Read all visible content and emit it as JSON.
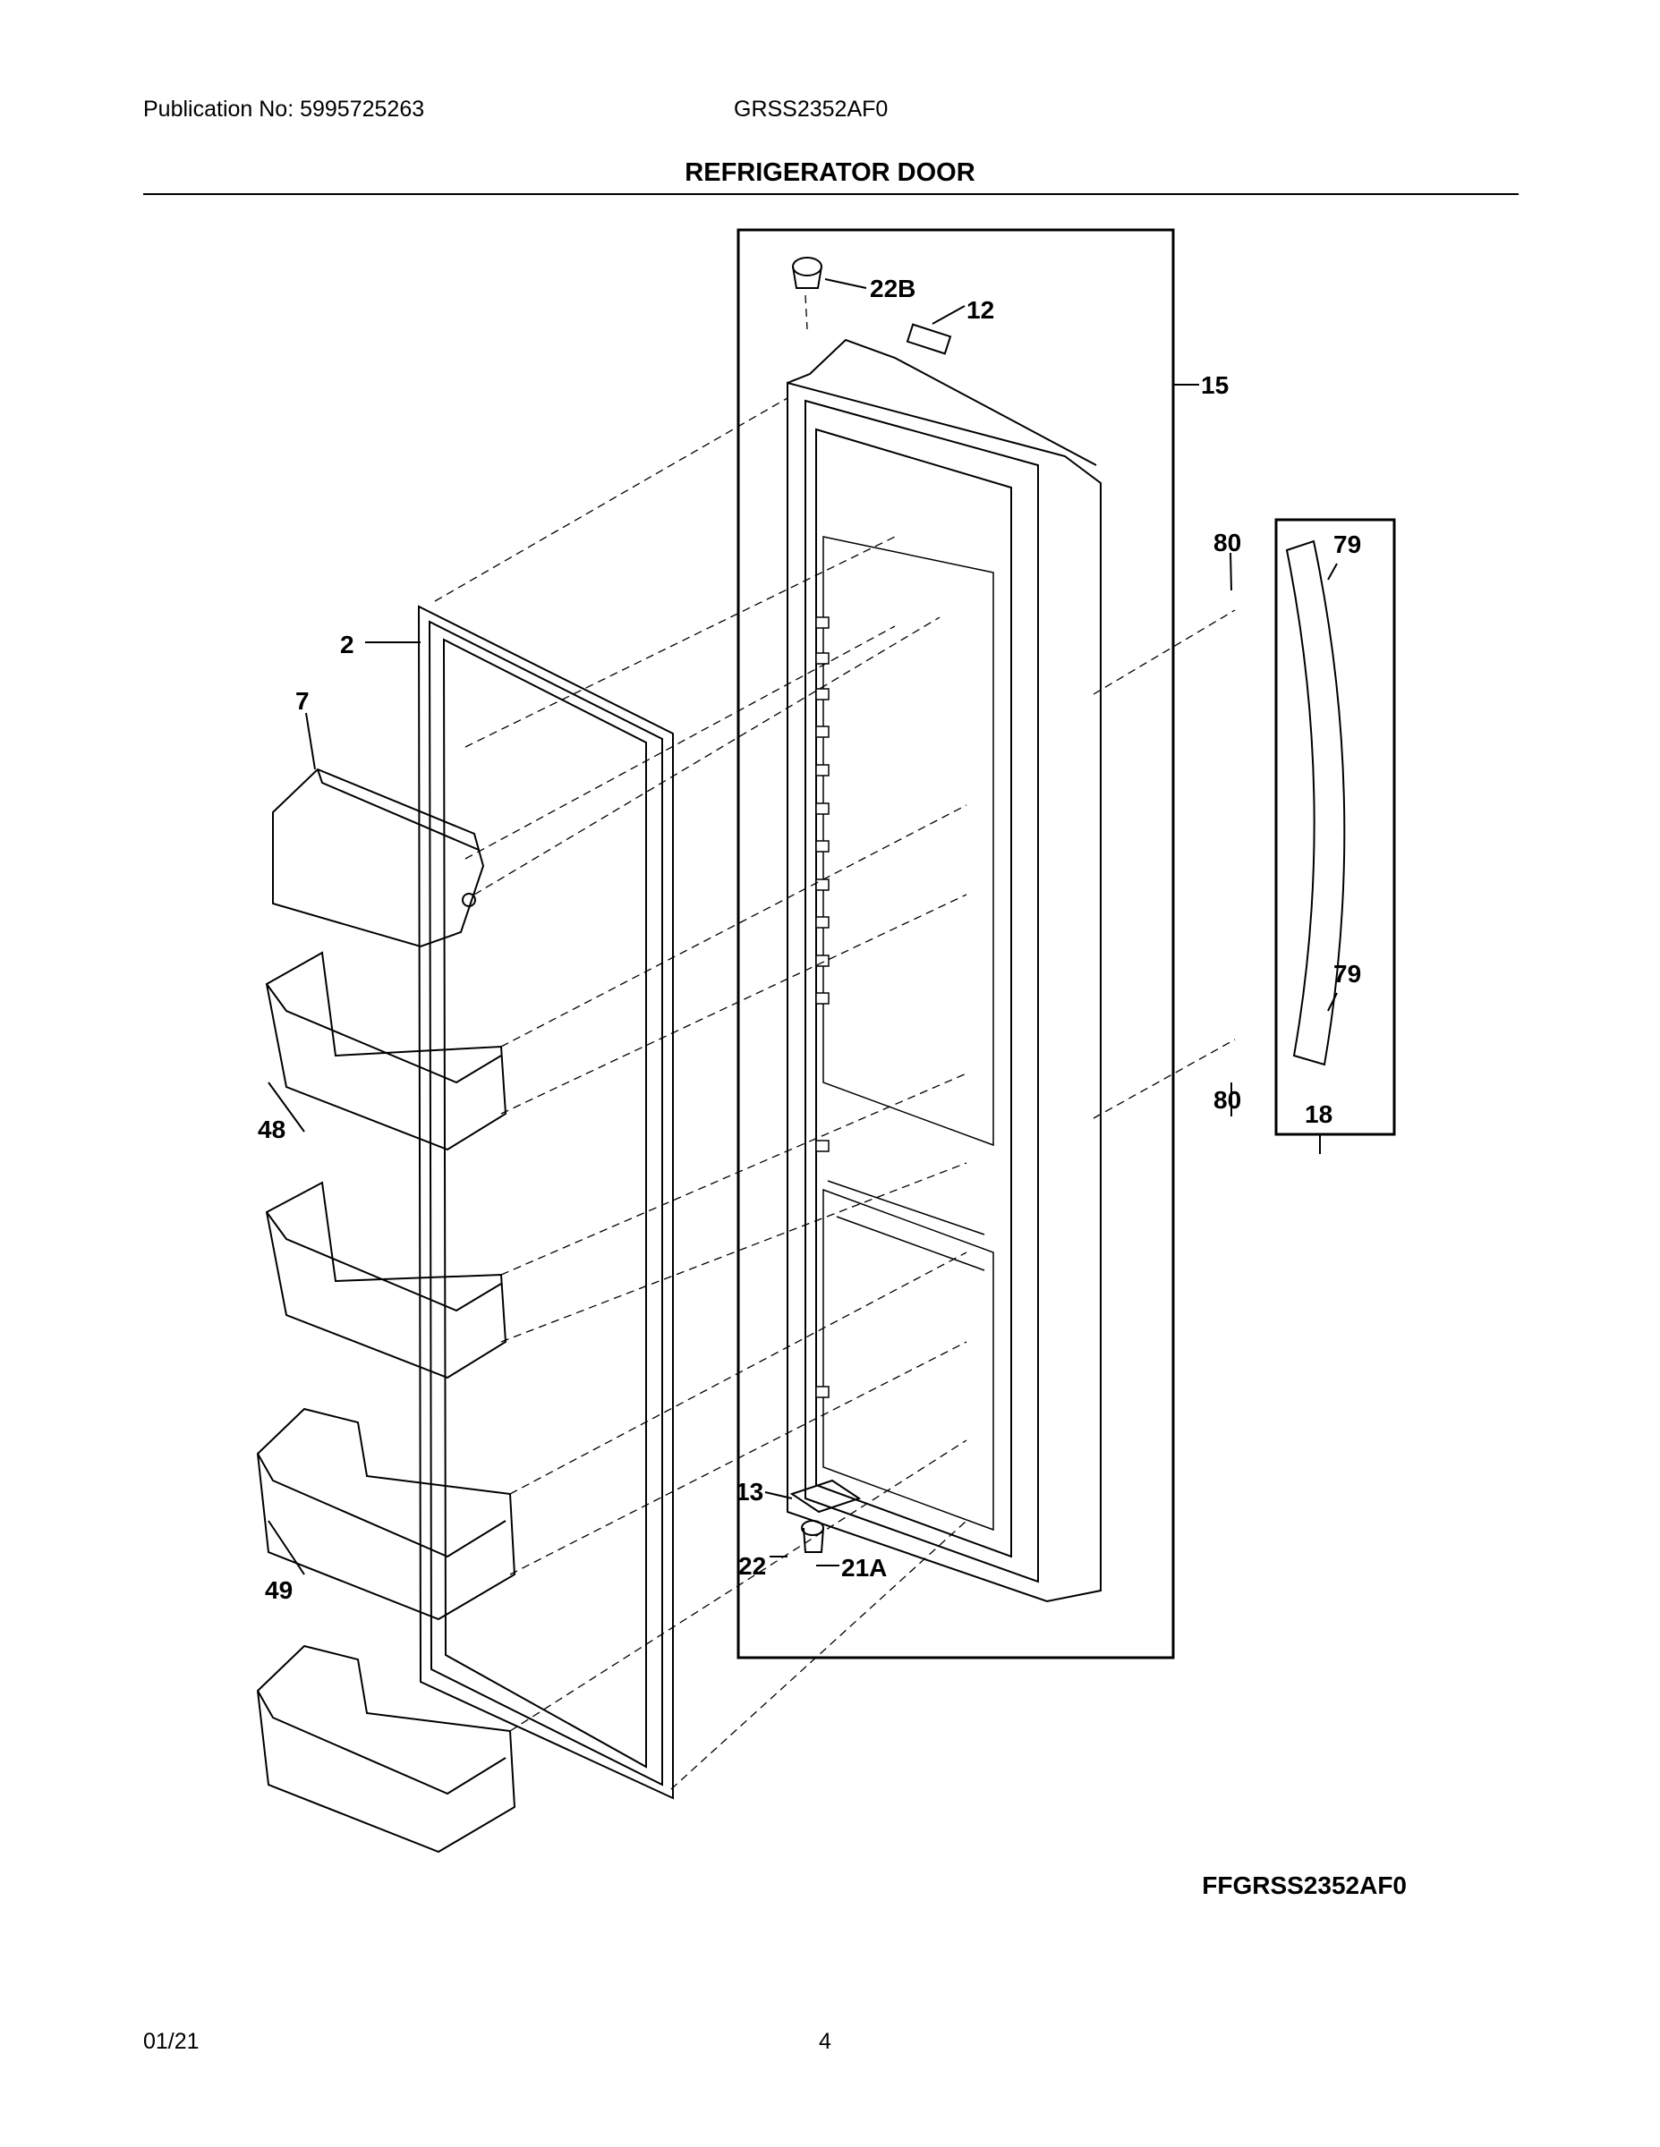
{
  "header": {
    "publication": "Publication No: 5995725263",
    "model": "GRSS2352AF0",
    "title": "REFRIGERATOR DOOR"
  },
  "callouts": [
    "22B",
    "12",
    "15",
    "80",
    "79",
    "2",
    "7",
    "79",
    "48",
    "80",
    "18",
    "13",
    "22",
    "21A",
    "49"
  ],
  "diagram_code": "FFGRSS2352AF0",
  "footer": {
    "date": "01/21",
    "page": "4"
  }
}
